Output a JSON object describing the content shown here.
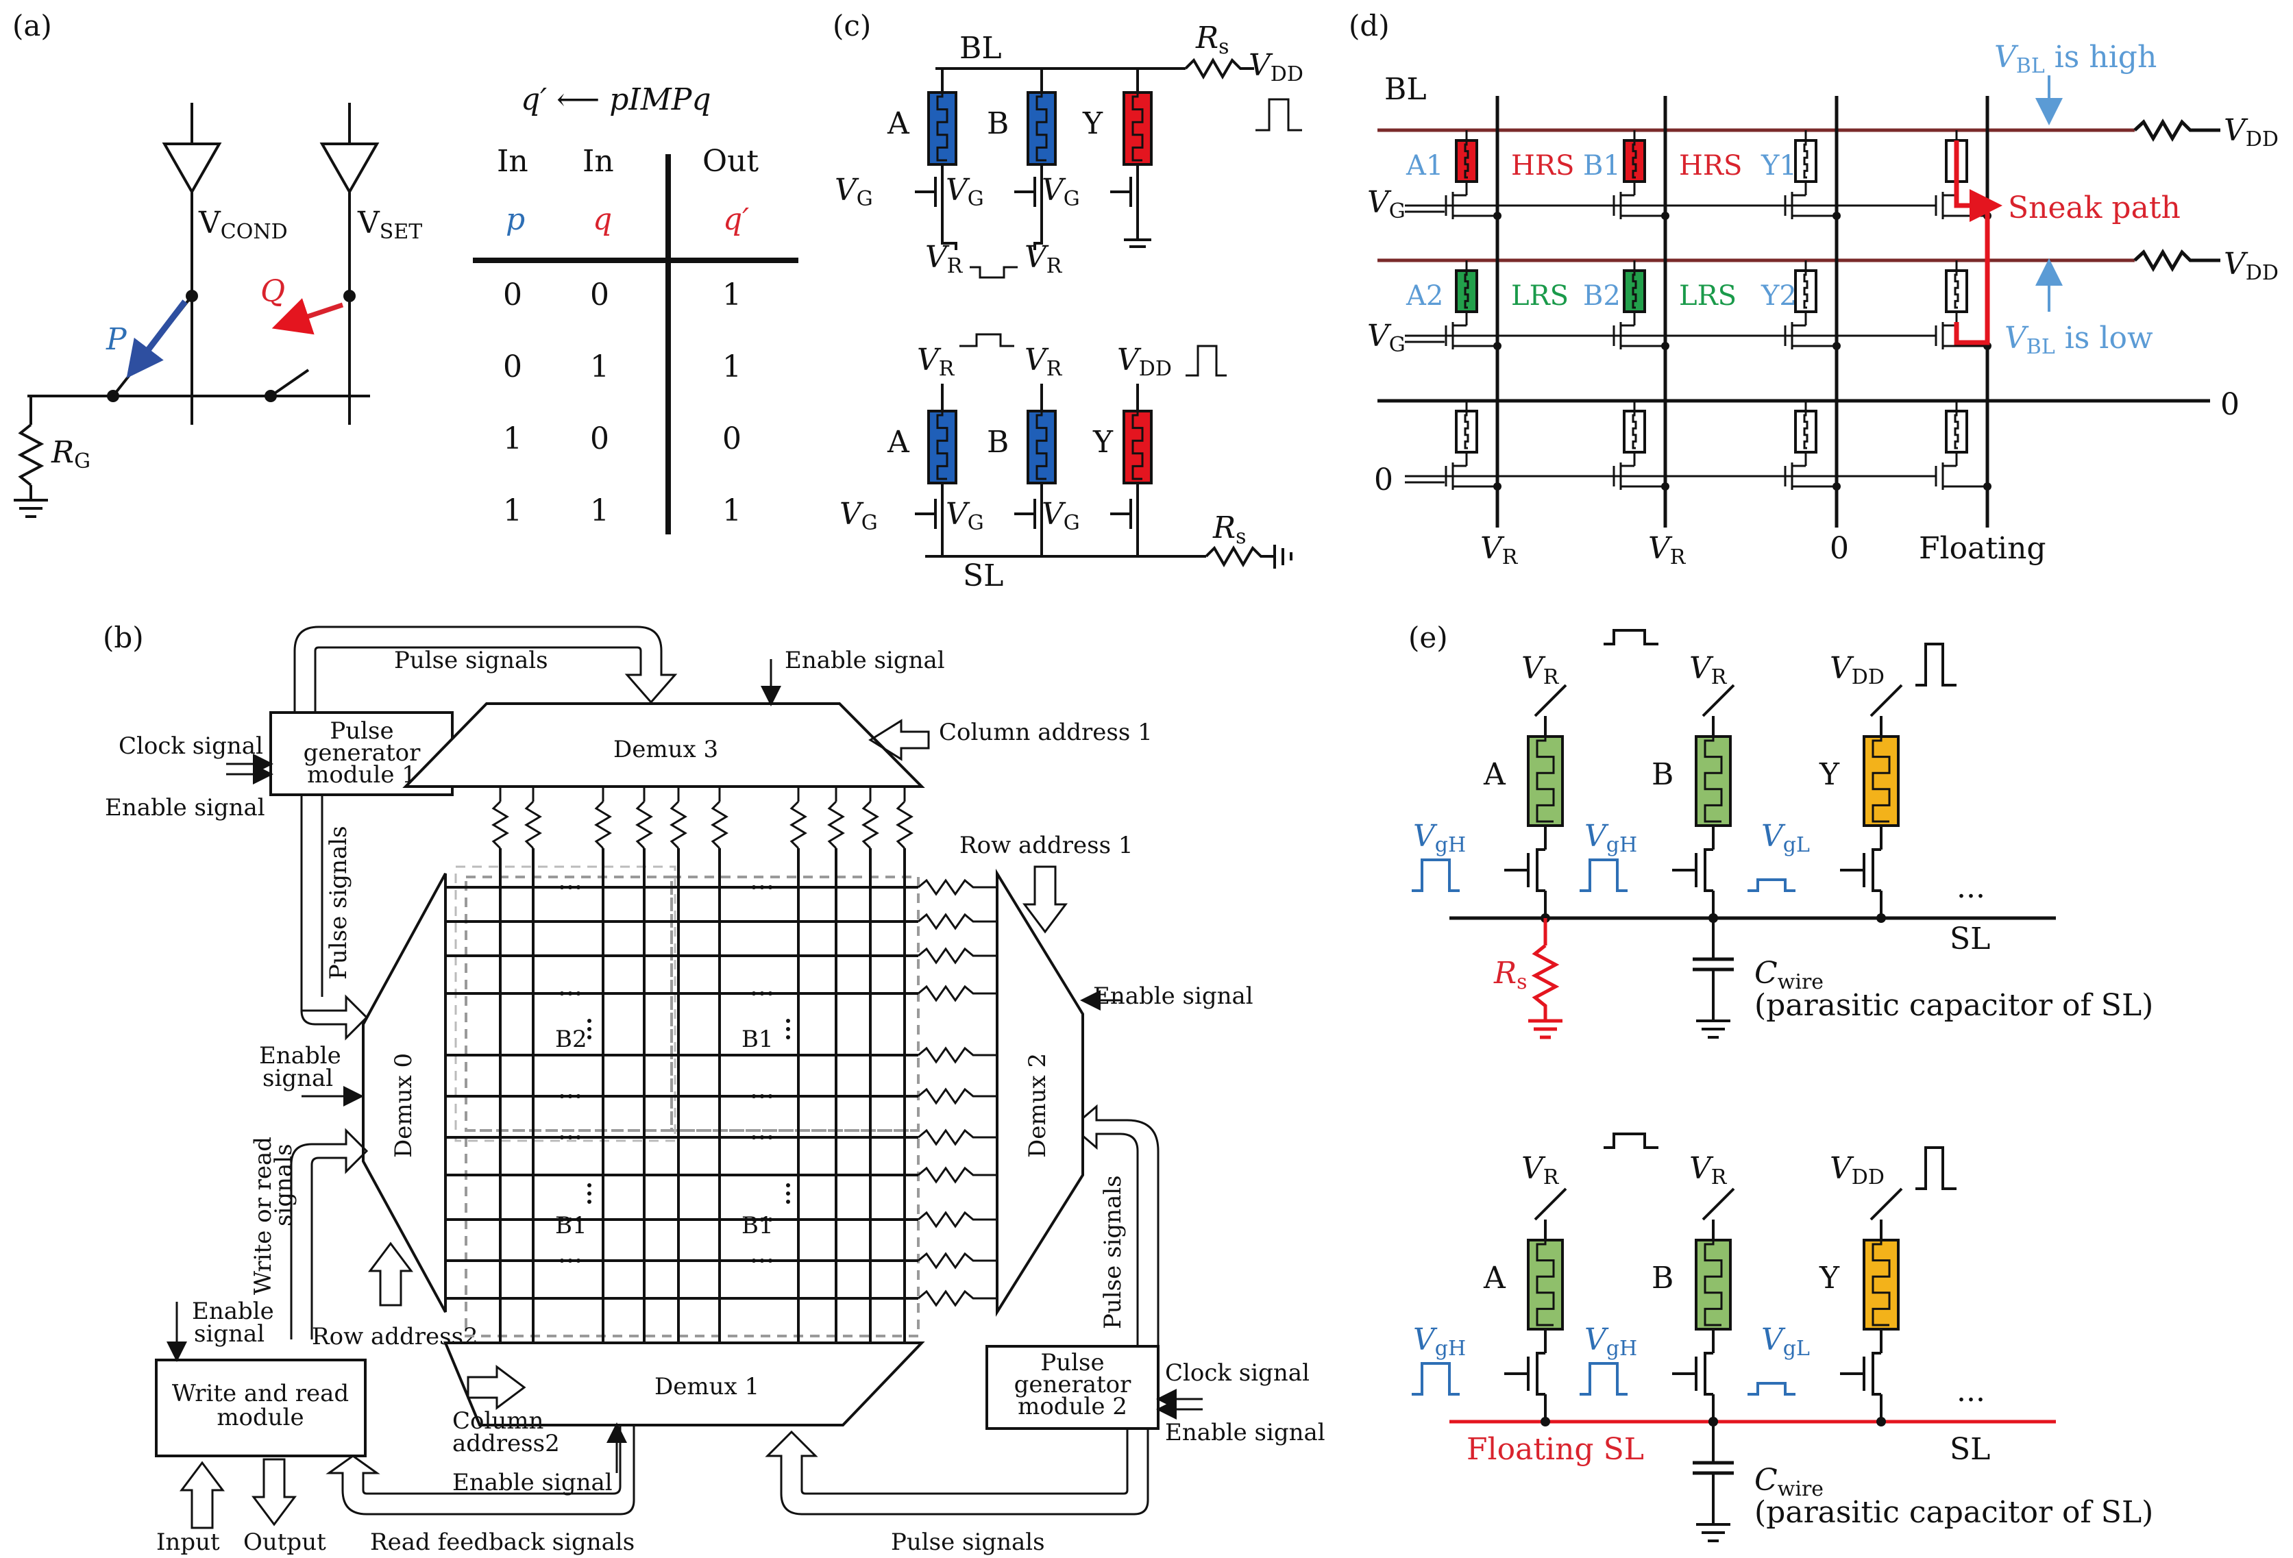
{
  "panels": {
    "a": "(a)",
    "b": "(b)",
    "c": "(c)",
    "d": "(d)",
    "e": "(e)"
  },
  "a": {
    "vcond": "V",
    "vcond_sub": "COND",
    "vset": "V",
    "vset_sub": "SET",
    "p": "P",
    "q": "Q",
    "rg": "R",
    "rg_sub": "G",
    "imp_title": "q′ ⟵ pIMPq",
    "table": {
      "headers": [
        "In",
        "In",
        "Out"
      ],
      "vars": [
        "p",
        "q",
        "q′"
      ],
      "rows": [
        [
          "0",
          "0",
          "1"
        ],
        [
          "0",
          "1",
          "1"
        ],
        [
          "1",
          "0",
          "0"
        ],
        [
          "1",
          "1",
          "1"
        ]
      ]
    }
  },
  "b": {
    "pulse_signals_top": "Pulse signals",
    "enable_signal_top": "Enable signal",
    "clock_signal": "Clock signal",
    "enable_signal_left": "Enable signal",
    "pulse_gen1": [
      "Pulse",
      "generator",
      "module 1"
    ],
    "demux3": "Demux 3",
    "column_address1": "Column address 1",
    "row_address1": "Row address 1",
    "pulse_signals_left": "Pulse signals",
    "enable_signal_right": "Enable signal",
    "enable_left": [
      "Enable",
      "signal"
    ],
    "demux0": "Demux 0",
    "demux2": "Demux 2",
    "b2": "B2",
    "b1a": "B1",
    "b1b": "B1",
    "b1c": "B1",
    "write_read_signals": [
      "Write or read",
      "signals"
    ],
    "enable_wr": [
      "Enable",
      "signal"
    ],
    "row_address2": "Row address2",
    "wr_module": [
      "Write and read",
      "module"
    ],
    "column_address2": [
      "Column",
      "address2"
    ],
    "demux1": "Demux 1",
    "pulse_signals_right": "Pulse signals",
    "pulse_gen2": [
      "Pulse",
      "generator",
      "module 2"
    ],
    "clock_signal2": "Clock signal",
    "enable_signal2": "Enable signal",
    "enable_signal_bottom": "Enable signal",
    "input": "Input",
    "output": "Output",
    "read_feedback": "Read feedback signals",
    "pulse_signals_bottom": "Pulse signals"
  },
  "c": {
    "bl": "BL",
    "rs": "R",
    "rs_sub": "s",
    "vdd": "V",
    "vdd_sub": "DD",
    "a": "A",
    "b": "B",
    "y": "Y",
    "vg": "V",
    "vg_sub": "G",
    "vr": "V",
    "vr_sub": "R",
    "sl": "SL"
  },
  "d": {
    "bl": "BL",
    "vbl_high": "V",
    "vbl_sub": "BL",
    "vbl_high_txt": " is high",
    "vbl_low_txt": " is low",
    "vdd": "V",
    "vdd_sub": "DD",
    "a1": "A1",
    "b1": "B1",
    "y1": "Y1",
    "a2": "A2",
    "b2": "B2",
    "y2": "Y2",
    "hrs": "HRS",
    "lrs": "LRS",
    "sneak": "Sneak path",
    "vg": "V",
    "vg_sub": "G",
    "zero": "0",
    "vr": "V",
    "vr_sub": "R",
    "floating": "Floating"
  },
  "e": {
    "vr": "V",
    "vr_sub": "R",
    "vdd": "V",
    "vdd_sub": "DD",
    "a": "A",
    "b": "B",
    "y": "Y",
    "vg": "V",
    "vgh_sub": "gH",
    "vgl_sub": "gL",
    "dots": "...",
    "sl": "SL",
    "rs": "R",
    "rs_sub": "s",
    "cwire": "C",
    "cwire_sub": "wire",
    "parasitic": "(parasitic capacitor of SL)",
    "floating_sl": "Floating SL"
  },
  "colors": {
    "blue_cell": "#1f5fb8",
    "red_cell": "#e4151f",
    "green_cell": "#8fbf6b",
    "green_dark": "#22a04b",
    "yellow_cell": "#f3b21a",
    "maroon_line": "#7a2a2a",
    "sneak_red": "#e4151f"
  }
}
